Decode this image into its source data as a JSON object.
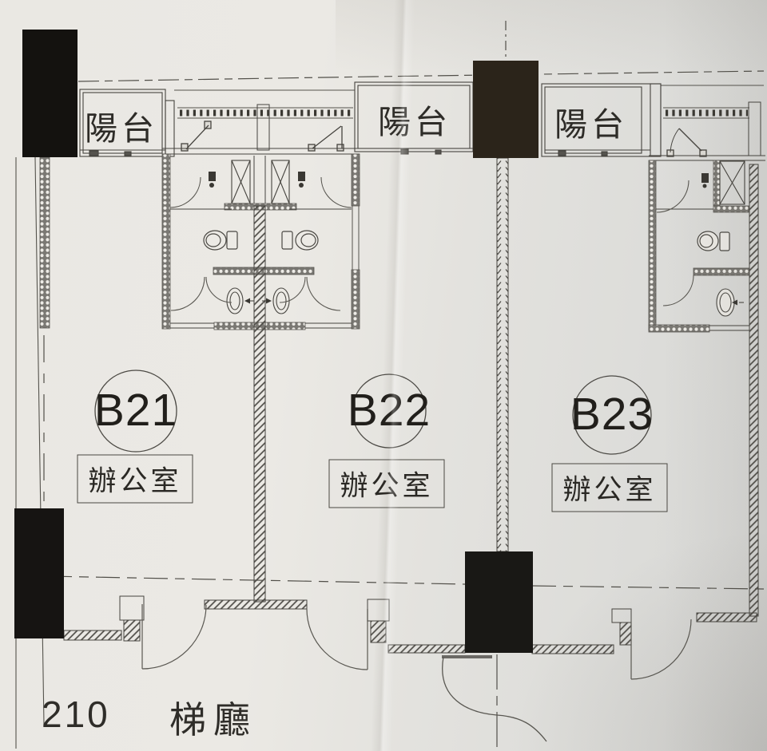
{
  "plan": {
    "units": [
      {
        "number": "B21",
        "room_type": "辦公室"
      },
      {
        "number": "B22",
        "room_type": "辦公室"
      },
      {
        "number": "B23",
        "room_type": "辦公室"
      }
    ],
    "balconies": [
      {
        "label": "陽台"
      },
      {
        "label": "陽台"
      },
      {
        "label": "陽台"
      }
    ],
    "corridor": {
      "number": "210",
      "name": "梯廳"
    }
  },
  "colors": {
    "paper": "#eae8e3",
    "ink": "#46443f",
    "column": "#18150f"
  }
}
